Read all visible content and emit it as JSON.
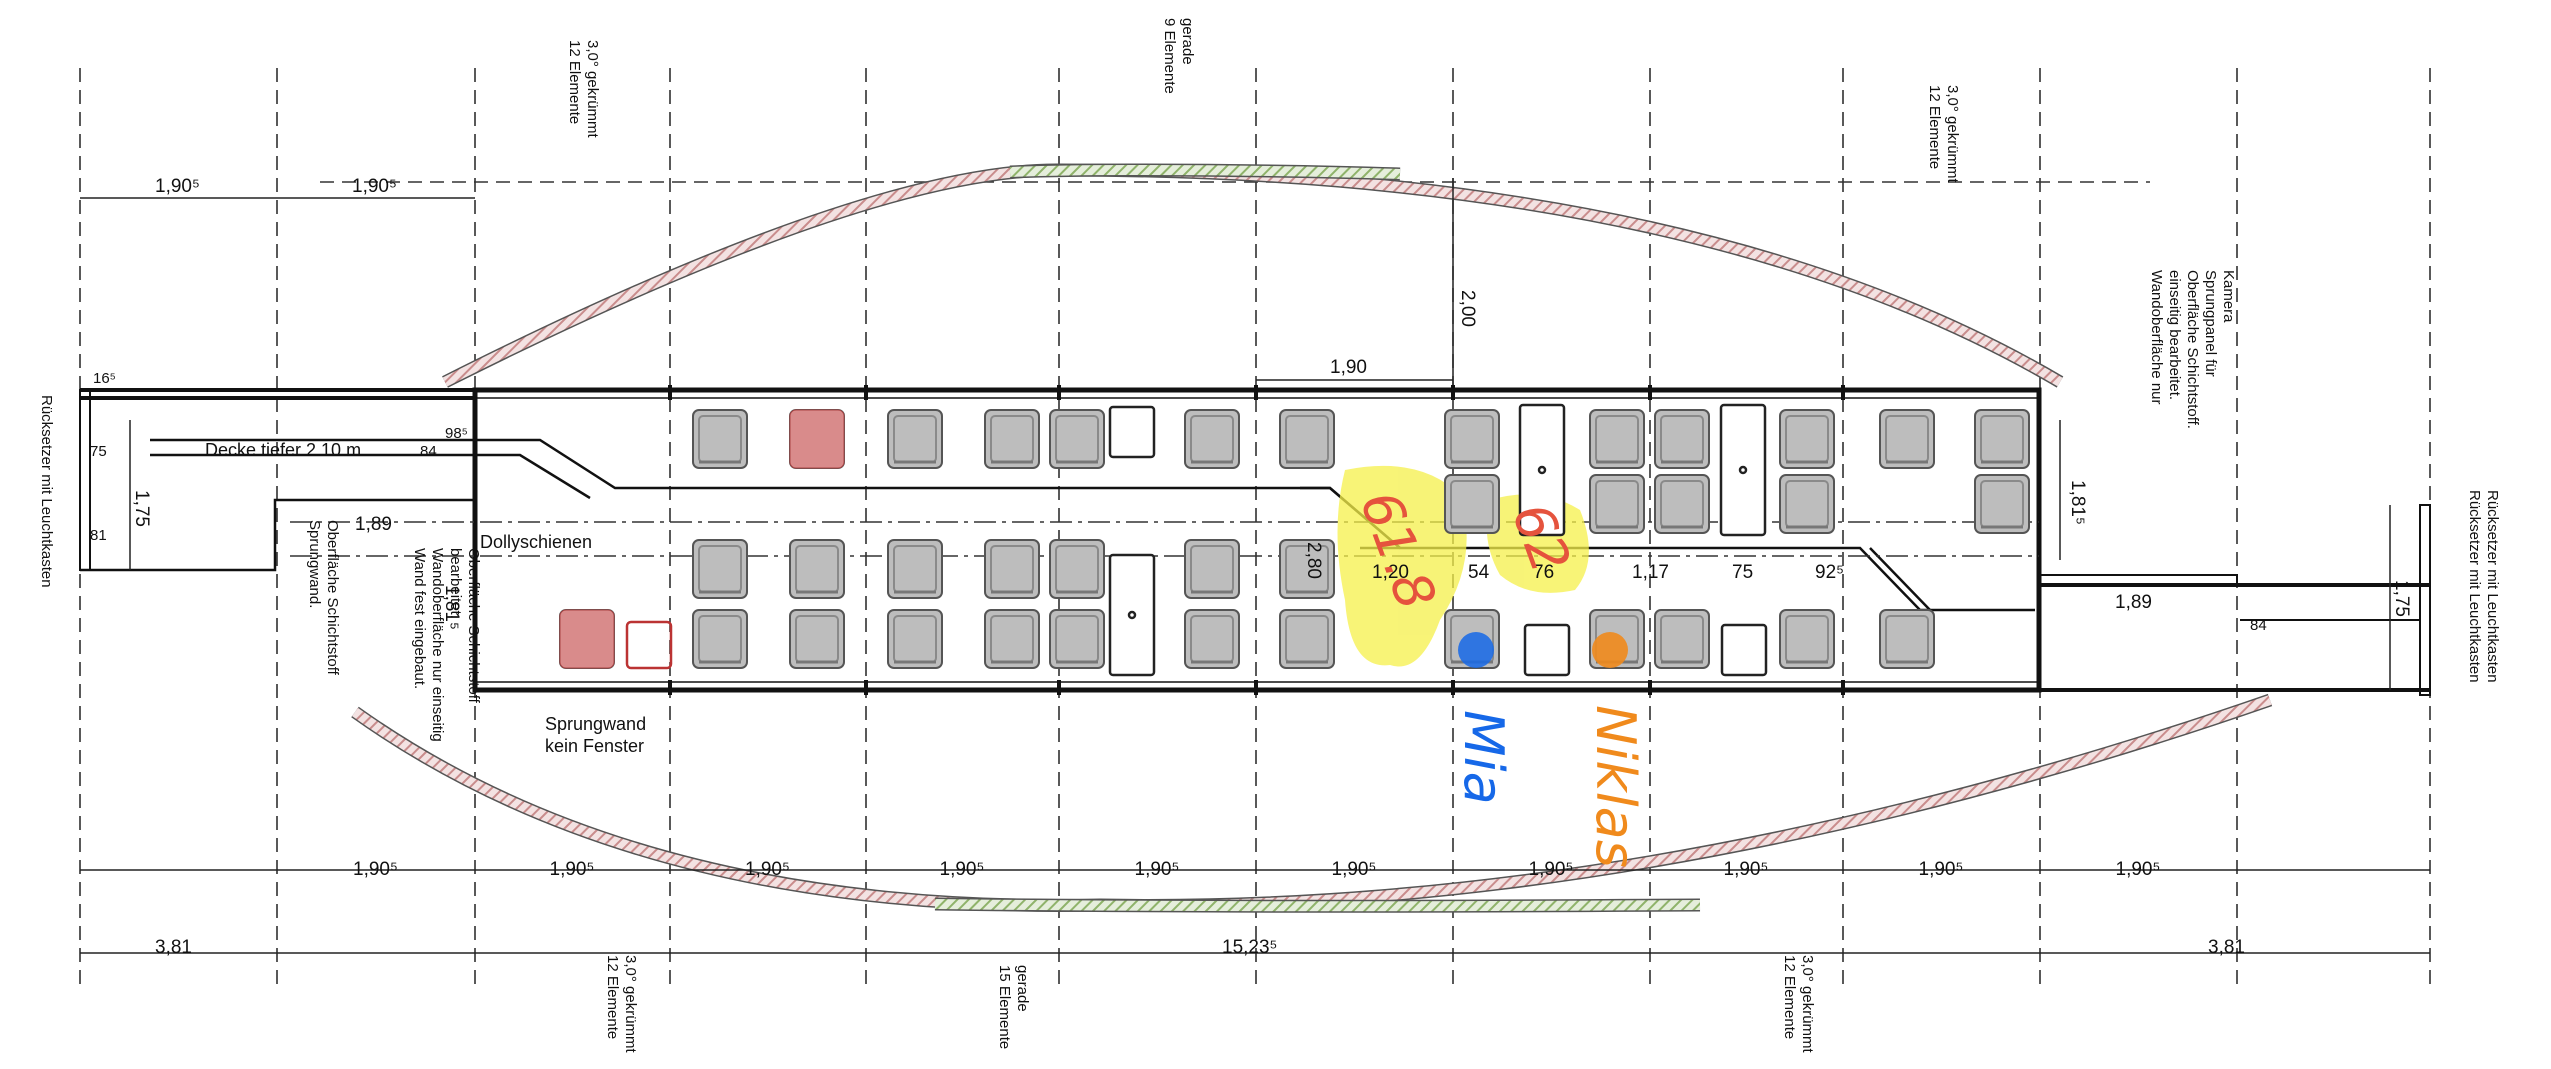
{
  "labels": {
    "decke": "Decke tiefer 2.10 m",
    "dollyschienen": "Dollyschienen",
    "sprungwand_kein_fenster": "Sprungwand\nkein Fenster",
    "sprungwand_oberflaeche": "Sprungwand.\nOberfläche Schichtstoff",
    "wand_fest": "Wand fest eingebaut.\nWandoberfläche nur einseitig\nbearbeitet.\nOberfläche Schichtstoff",
    "wandoberflaeche_right": "Wandoberfläche nur\neinseitig bearbeitet.\nOberfläche Schichtstoff.\nSprungpanel für\nKamera",
    "ruecksetzer_left": "Rücksetzer mit Leuchtkasten",
    "ruecksetzer_right": "Rücksetzer mit Leuchtkasten\nRücksetzer mit Leuchtkasten",
    "top_left_elements": "12 Elemente\n3,0° gekrümmt",
    "top_mid_elements": "9 Elemente\ngerade",
    "top_right_elements": "12 Elemente\n3,0° gekrümmt",
    "bottom_left_elements": "12 Elemente\n3,0° gekrümmt",
    "bottom_mid_elements": "15 Elemente\ngerade",
    "bottom_right_elements": "12 Elemente\n3,0° gekrümmt"
  },
  "dimensions": {
    "top_bay_1": "1,90⁵",
    "top_bay_2": "1,90⁵",
    "d_190_top": "1,90",
    "d_200": "2,00",
    "d_16": "16⁵",
    "d_75_left": "75",
    "d_175_left": "1,75",
    "d_81": "81",
    "d_84_left": "84",
    "d_98": "98⁵",
    "d_189_left": "1,89",
    "d_181_left": "1,81⁵",
    "d_280": "2,80",
    "d_120": "1,20",
    "d_54": "54",
    "d_76": "76",
    "d_117": "1,17",
    "d_75_mid": "75",
    "d_92": "92⁵",
    "d_181_right": "1,81⁵",
    "d_189_right": "1,89",
    "d_175_right": "1,75",
    "d_84_right": "84",
    "bottom_bays": [
      "1,90⁵",
      "1,90⁵",
      "1,90⁵",
      "1,90⁵",
      "1,90⁵",
      "1,90⁵",
      "1,90⁵",
      "1,90⁵",
      "1,90⁵",
      "1,90⁵"
    ],
    "bottom_left_total": "3,81",
    "bottom_mid_total": "15,23⁵",
    "bottom_right_total": "3,81"
  },
  "annotations": {
    "seat_a": "61.8",
    "seat_b": "62",
    "mia": "Mia",
    "niklas": "Niklas"
  },
  "colors": {
    "line": "#111111",
    "seat_fill": "#bdbdbd",
    "seat_highlight": "#d98b8b",
    "highlighter": "#f5f04a",
    "annotation_red": "#e5533d",
    "mia_blue": "#1668e8",
    "niklas_orange": "#f08a1c",
    "curve_red": "#c98c8c",
    "curve_green": "#8fb36a"
  }
}
